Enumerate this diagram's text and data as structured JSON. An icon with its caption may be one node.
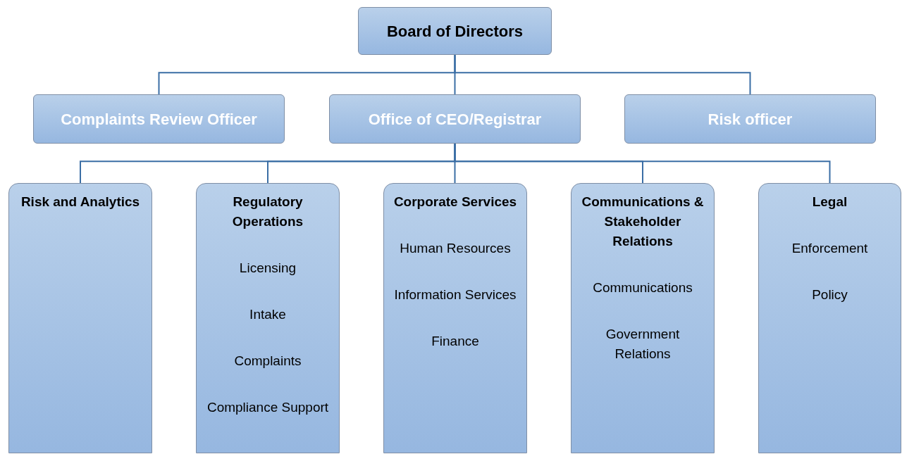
{
  "diagram": {
    "nodes": [
      {
        "text": [
          "Board of Directors"
        ]
      },
      {
        "text": [
          "Complaints Review Officer"
        ]
      },
      {
        "text": [
          "Office of CEO/Registrar"
        ]
      },
      {
        "text": [
          "Risk officer"
        ]
      },
      {
        "text": [
          "Risk and Analytics"
        ]
      },
      {
        "text": [
          "Regulatory Operations",
          "Licensing",
          "Intake",
          "Complaints",
          "Compliance Support"
        ]
      },
      {
        "text": [
          "Corporate Services",
          "Human Resources",
          "Information Services",
          "Finance"
        ]
      },
      {
        "text": [
          "Communications & Stakeholder Relations",
          "Communications",
          "Government Relations"
        ]
      },
      {
        "text": [
          "Legal",
          "Enforcement",
          "Policy"
        ]
      }
    ],
    "edges": [
      {
        "from": 0,
        "to": 1,
        "arrow": "none"
      },
      {
        "from": 0,
        "to": 2,
        "arrow": "none"
      },
      {
        "from": 0,
        "to": 3,
        "arrow": "none"
      },
      {
        "from": 2,
        "to": 4,
        "arrow": "none"
      },
      {
        "from": 2,
        "to": 5,
        "arrow": "none"
      },
      {
        "from": 2,
        "to": 6,
        "arrow": "none"
      },
      {
        "from": 2,
        "to": 7,
        "arrow": "none"
      },
      {
        "from": 2,
        "to": 8,
        "arrow": "none"
      }
    ]
  }
}
